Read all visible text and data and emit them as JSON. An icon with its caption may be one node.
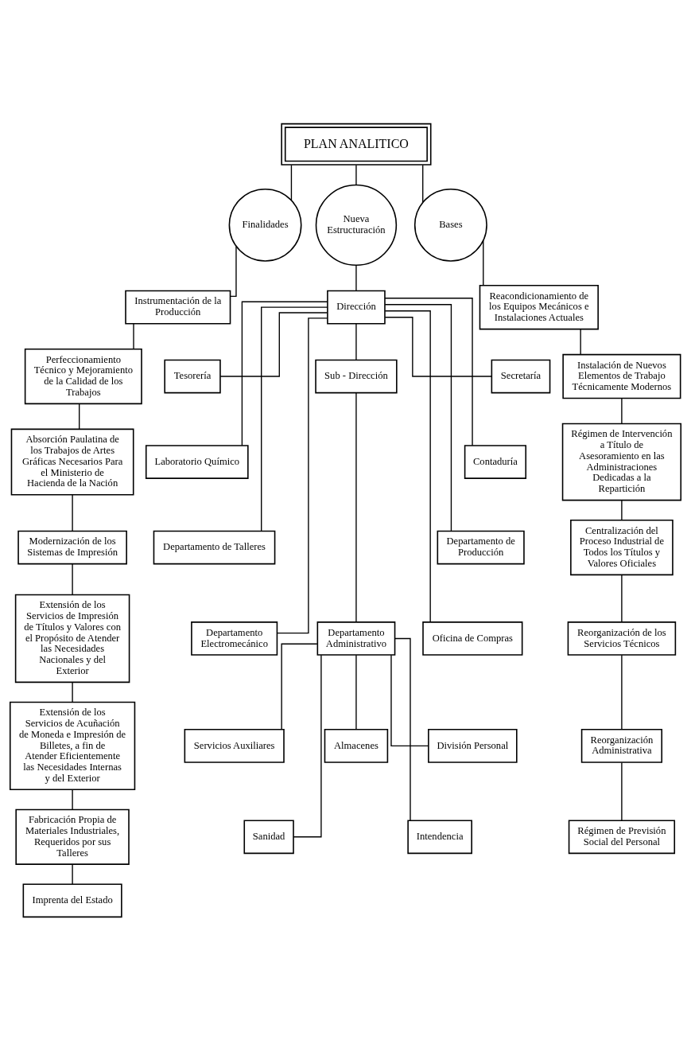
{
  "diagram": {
    "nodes": [
      {
        "text": [
          "PLAN ANALITICO"
        ]
      },
      {
        "text": [
          "Finalidades"
        ]
      },
      {
        "text": [
          "Instrumentación de la Producción"
        ]
      },
      {
        "text": [
          "Perfeccionamiento Técnico y Mejoramiento de la Calidad de los Trabajos"
        ]
      },
      {
        "text": [
          "Absorción Paulatina de los Trabajos de Artes Gráficas Necesarios Para el Ministerio de Hacienda de la Nación"
        ]
      },
      {
        "text": [
          "Modernización de los Sistemas de Impresión"
        ]
      },
      {
        "text": [
          "Extensión de los Servicios de Impresión de Títulos y Valores con el Propósito de Atender las Necesidades Nacionales y del Exterior"
        ]
      },
      {
        "text": [
          "Extensión de los Servicios de Acuñación de Moneda e Impresión de Billetes, a fin de Atender Eficientemente las Necesidades Internas y del Exterior"
        ]
      },
      {
        "text": [
          "Fabricación Propia de Materiales Industriales, Requeridos por sus Talleres"
        ]
      },
      {
        "text": [
          "Imprenta del Estado"
        ]
      },
      {
        "text": [
          "Nueva Estructuración"
        ]
      },
      {
        "text": [
          "Dirección"
        ]
      },
      {
        "text": [
          "Sub - Dirección"
        ]
      },
      {
        "text": [
          "Departamento Administrativo"
        ]
      },
      {
        "text": [
          "Tesorería"
        ]
      },
      {
        "text": [
          "Laboratorio Químico"
        ]
      },
      {
        "text": [
          "Departamento de Talleres"
        ]
      },
      {
        "text": [
          "Departamento Electromecánico"
        ]
      },
      {
        "text": [
          "Servicios Auxiliares"
        ]
      },
      {
        "text": [
          "Sanidad"
        ]
      },
      {
        "text": [
          "Almacenes"
        ]
      },
      {
        "text": [
          "Secretaría"
        ]
      },
      {
        "text": [
          "Contaduría"
        ]
      },
      {
        "text": [
          "Departamento de Producción"
        ]
      },
      {
        "text": [
          "Oficina de Compras"
        ]
      },
      {
        "text": [
          "División Personal"
        ]
      },
      {
        "text": [
          "Intendencia"
        ]
      },
      {
        "text": [
          "Bases"
        ]
      },
      {
        "text": [
          "Reacondicionamiento de los Equipos Mecánicos e Instalaciones Actuales"
        ]
      },
      {
        "text": [
          "Instalación de Nuevos Elementos de Trabajo Técnicamente Modernos"
        ]
      },
      {
        "text": [
          "Régimen de Intervención a Título de Asesoramiento en las Administraciones Dedicadas a la Repartición"
        ]
      },
      {
        "text": [
          "Centralización del Proceso Industrial de Todos los Títulos y Valores Oficiales"
        ]
      },
      {
        "text": [
          "Reorganización de los Servicios Técnicos"
        ]
      },
      {
        "text": [
          "Reorganización Administrativa"
        ]
      },
      {
        "text": [
          "Régimen de Previsión Social del Personal"
        ]
      }
    ],
    "edges": [
      {
        "from": 0,
        "to": 1,
        "arrow": "none"
      },
      {
        "from": 0,
        "to": 10,
        "arrow": "none"
      },
      {
        "from": 0,
        "to": 27,
        "arrow": "none"
      },
      {
        "from": 1,
        "to": 2,
        "arrow": "none"
      },
      {
        "from": 2,
        "to": 3,
        "arrow": "none"
      },
      {
        "from": 3,
        "to": 4,
        "arrow": "none"
      },
      {
        "from": 4,
        "to": 5,
        "arrow": "none"
      },
      {
        "from": 5,
        "to": 6,
        "arrow": "none"
      },
      {
        "from": 6,
        "to": 7,
        "arrow": "none"
      },
      {
        "from": 7,
        "to": 8,
        "arrow": "none"
      },
      {
        "from": 8,
        "to": 9,
        "arrow": "none"
      },
      {
        "from": 10,
        "to": 11,
        "arrow": "none"
      },
      {
        "from": 11,
        "to": 12,
        "arrow": "none"
      },
      {
        "from": 12,
        "to": 13,
        "arrow": "none"
      },
      {
        "from": 11,
        "to": 14,
        "arrow": "none"
      },
      {
        "from": 11,
        "to": 15,
        "arrow": "none"
      },
      {
        "from": 11,
        "to": 16,
        "arrow": "none"
      },
      {
        "from": 11,
        "to": 17,
        "arrow": "none"
      },
      {
        "from": 11,
        "to": 21,
        "arrow": "none"
      },
      {
        "from": 11,
        "to": 22,
        "arrow": "none"
      },
      {
        "from": 11,
        "to": 23,
        "arrow": "none"
      },
      {
        "from": 11,
        "to": 24,
        "arrow": "none"
      },
      {
        "from": 13,
        "to": 18,
        "arrow": "none"
      },
      {
        "from": 13,
        "to": 25,
        "arrow": "none"
      },
      {
        "from": 13,
        "to": 19,
        "arrow": "none"
      },
      {
        "from": 13,
        "to": 26,
        "arrow": "none"
      },
      {
        "from": 13,
        "to": 20,
        "arrow": "none"
      },
      {
        "from": 27,
        "to": 28,
        "arrow": "none"
      },
      {
        "from": 28,
        "to": 29,
        "arrow": "none"
      },
      {
        "from": 29,
        "to": 30,
        "arrow": "none"
      },
      {
        "from": 30,
        "to": 31,
        "arrow": "none"
      },
      {
        "from": 31,
        "to": 32,
        "arrow": "none"
      },
      {
        "from": 32,
        "to": 33,
        "arrow": "none"
      },
      {
        "from": 33,
        "to": 34,
        "arrow": "none"
      }
    ]
  }
}
